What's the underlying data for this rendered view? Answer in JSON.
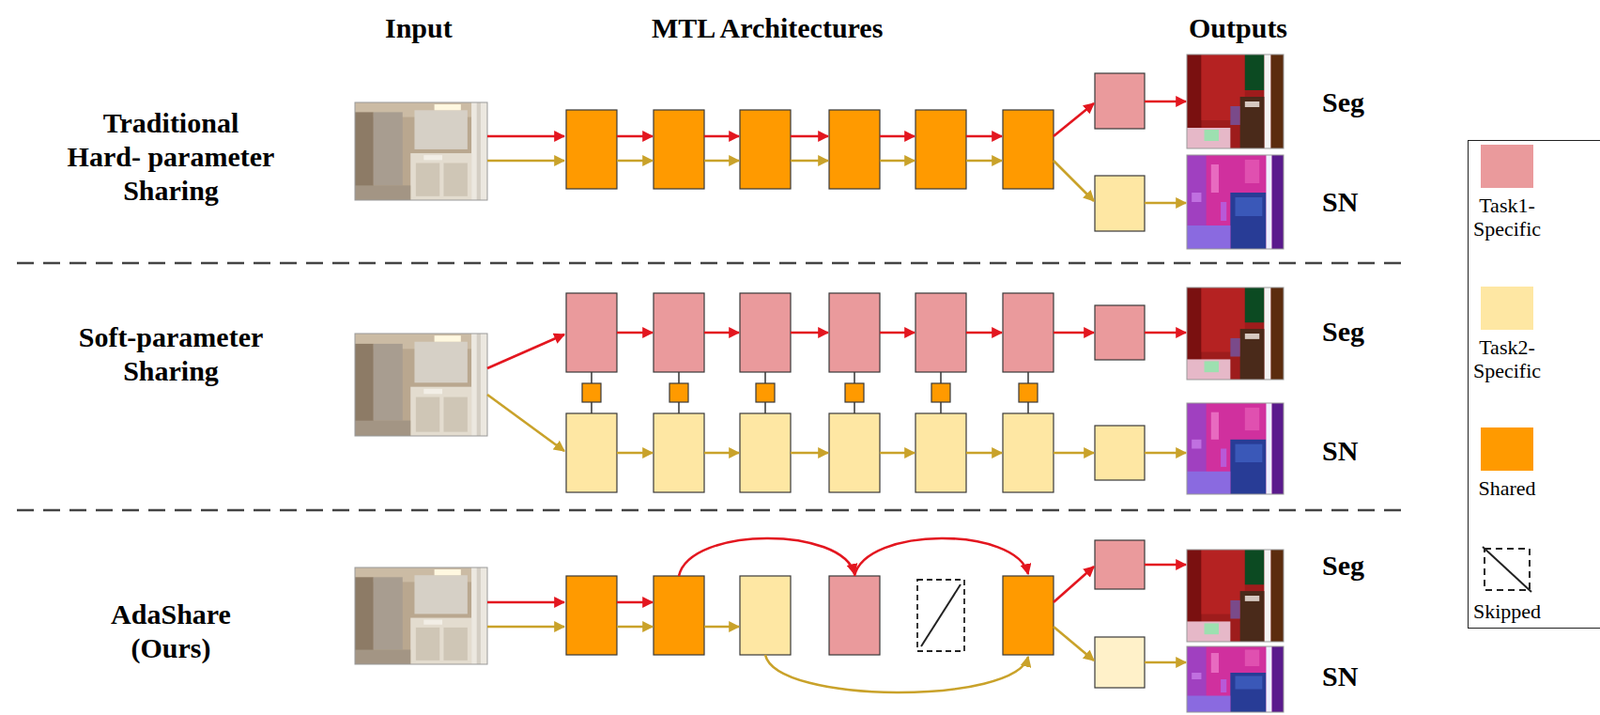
{
  "diagram": {
    "labels": [
      "Input",
      "MTL Architectures",
      "Outputs",
      "Traditional Hard- parameter Sharing",
      "Seg",
      "SN",
      "Soft-parameter Sharing",
      "Seg",
      "SN",
      "AdaShare (Ours)",
      "Seg",
      "SN"
    ],
    "legend": [
      {
        "text": "Task1-Specific",
        "color": "#EA9A9C"
      },
      {
        "text": "Task2-Specific",
        "color": "#FEE7A3"
      },
      {
        "text": "Shared",
        "color": "#FF9A00"
      },
      {
        "text": "Skipped"
      }
    ]
  }
}
